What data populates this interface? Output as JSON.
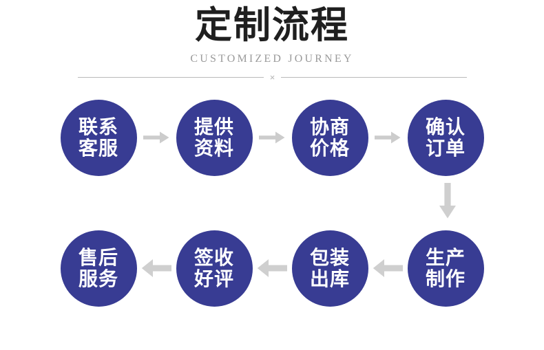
{
  "header": {
    "title": "定制流程",
    "subtitle": "CUSTOMIZED JOURNEY",
    "divider_mark": "×"
  },
  "colors": {
    "node_fill": "#383c93",
    "node_text": "#ffffff",
    "arrow": "#c9c9c9",
    "title_text": "#1f1f1f",
    "subtitle_text": "#9a9a9a",
    "divider_line": "#b9b9b9",
    "background": "#ffffff"
  },
  "flow": {
    "row1": {
      "direction": "left-to-right",
      "steps": [
        {
          "line1": "联系",
          "line2": "客服"
        },
        {
          "line1": "提供",
          "line2": "资料"
        },
        {
          "line1": "协商",
          "line2": "价格"
        },
        {
          "line1": "确认",
          "line2": "订单"
        }
      ],
      "arrow_icons": [
        "arrow-right-icon",
        "arrow-right-icon",
        "arrow-right-icon"
      ]
    },
    "vertical_connector": {
      "icon": "arrow-down-icon"
    },
    "row2": {
      "direction": "right-to-left",
      "steps": [
        {
          "line1": "售后",
          "line2": "服务"
        },
        {
          "line1": "签收",
          "line2": "好评"
        },
        {
          "line1": "包装",
          "line2": "出库"
        },
        {
          "line1": "生产",
          "line2": "制作"
        }
      ],
      "arrow_icons": [
        "arrow-left-icon",
        "arrow-left-icon",
        "arrow-left-icon"
      ]
    }
  }
}
